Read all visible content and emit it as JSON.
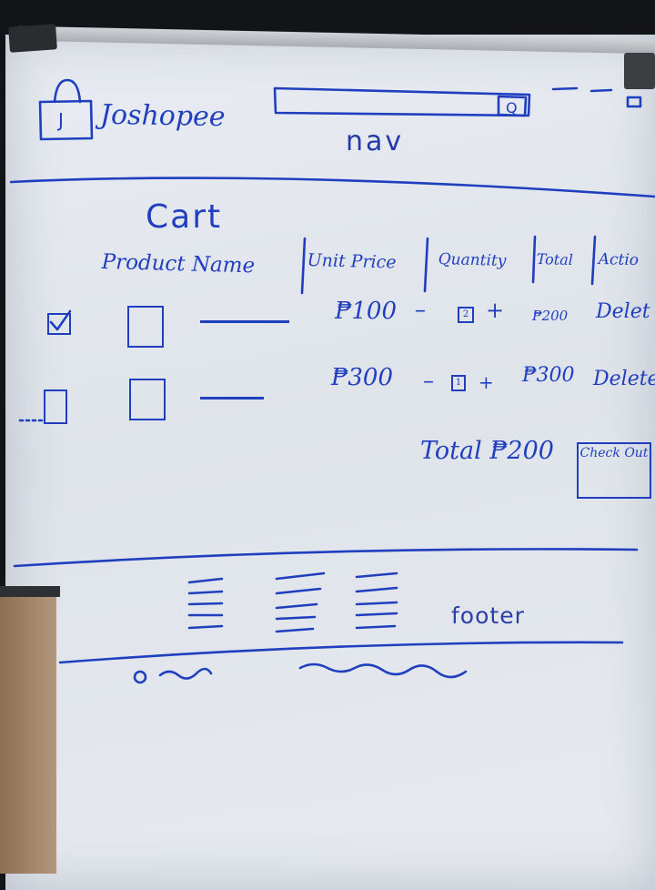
{
  "header": {
    "logo_letter": "J",
    "brand": "Joshopee",
    "nav_label": "nav",
    "search": {
      "placeholder": ""
    }
  },
  "cart": {
    "title": "Cart",
    "columns": [
      "Product Name",
      "Unit Price",
      "Quantity",
      "Total",
      "Actio"
    ],
    "rows": [
      {
        "checked": true,
        "unit_price": "₱100",
        "quantity": "2",
        "total": "₱200",
        "action": "Delet"
      },
      {
        "checked": false,
        "unit_price": "₱300",
        "quantity": "1",
        "total": "₱300",
        "action": "Delete"
      }
    ],
    "grand_total": "Total ₱200",
    "checkout_label": "Check Out"
  },
  "footer": {
    "label": "footer"
  },
  "colors": {
    "ink": "#1f3fbf",
    "board": "#e4e7ee"
  }
}
